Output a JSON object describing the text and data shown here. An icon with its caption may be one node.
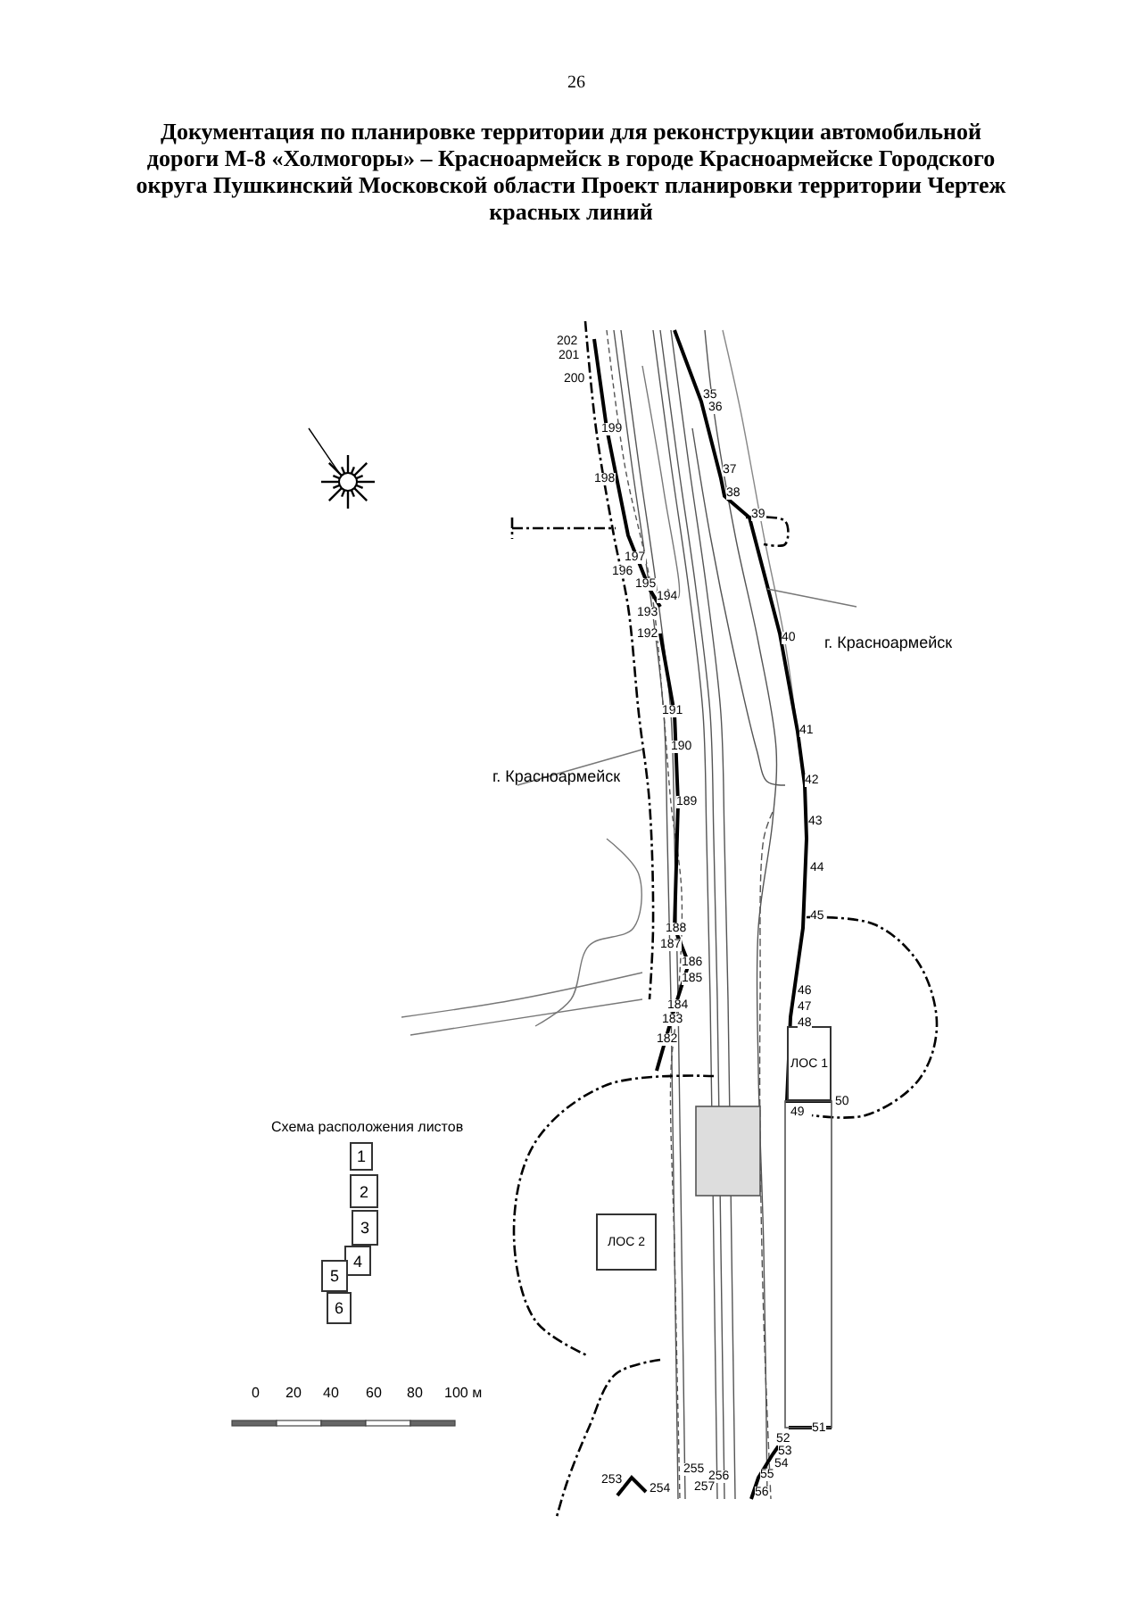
{
  "diagram": {
    "title": "Документация по планировке территории для реконструкции автомобильной дороги М-8 «Холмогоры» – Красноармейск в городе Красноармейске Городского округа Пушкинский Московской области Проект планировки территории Чертеж красных линий",
    "nodes": [
      {
        "text": [
          "ЛОС 1"
        ]
      },
      {
        "text": [
          "1"
        ]
      },
      {
        "text": [
          "2"
        ]
      },
      {
        "text": [
          "3"
        ]
      },
      {
        "text": [
          "4"
        ]
      },
      {
        "text": [
          "5"
        ]
      },
      {
        "text": [
          "ЛОС 2"
        ]
      },
      {
        "text": [
          "6"
        ]
      }
    ],
    "labels": [
      "26",
      "202",
      "201",
      "200",
      "199",
      "35",
      "36",
      "198",
      "37",
      "38",
      "39",
      "197",
      "196",
      "195",
      "194",
      "193",
      "192",
      "40",
      "г. Красноармейск",
      "191",
      "41",
      "190",
      "42",
      "г. Красноармейск",
      "189",
      "43",
      "44",
      "45",
      "188",
      "187",
      "186",
      "185",
      "46",
      "184",
      "47",
      "183",
      "48",
      "182",
      "49",
      "50",
      "Схема расположения листов",
      "0",
      "20",
      "40",
      "60",
      "80",
      "100 м",
      "51",
      "52",
      "53",
      "54",
      "55",
      "253",
      "255",
      "256",
      "254",
      "257",
      "56"
    ]
  }
}
